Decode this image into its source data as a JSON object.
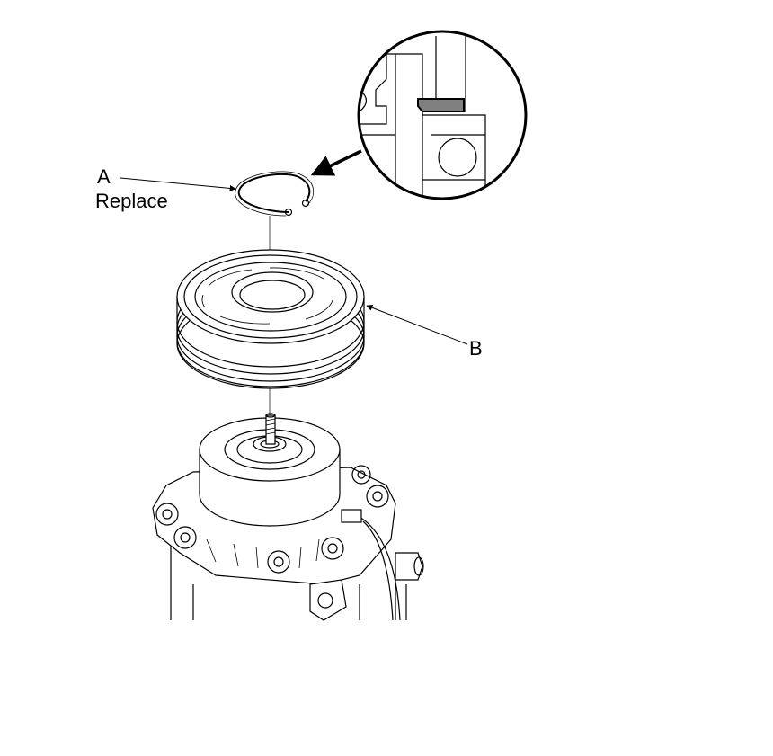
{
  "callouts": {
    "a_letter": "A",
    "a_note": "Replace",
    "b_letter": "B"
  },
  "colors": {
    "line": "#000000",
    "background": "#ffffff",
    "clip_fill": "#808080"
  }
}
